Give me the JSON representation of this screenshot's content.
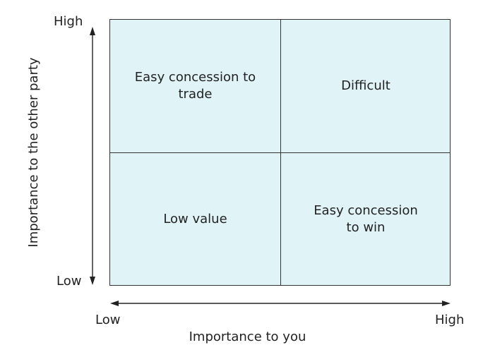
{
  "quadrants": {
    "top_left": "Easy concession to trade",
    "top_right": "Difficult",
    "bottom_left": "Low value",
    "bottom_right": "Easy concession to win"
  },
  "y_axis": {
    "title": "Importance to the other party",
    "high_label": "High",
    "low_label": "Low"
  },
  "x_axis": {
    "title": "Importance to you",
    "low_label": "Low",
    "high_label": "High"
  },
  "colors": {
    "quadrant_fill": "#e0f3f7",
    "lines": "#333333",
    "text": "#222222"
  }
}
